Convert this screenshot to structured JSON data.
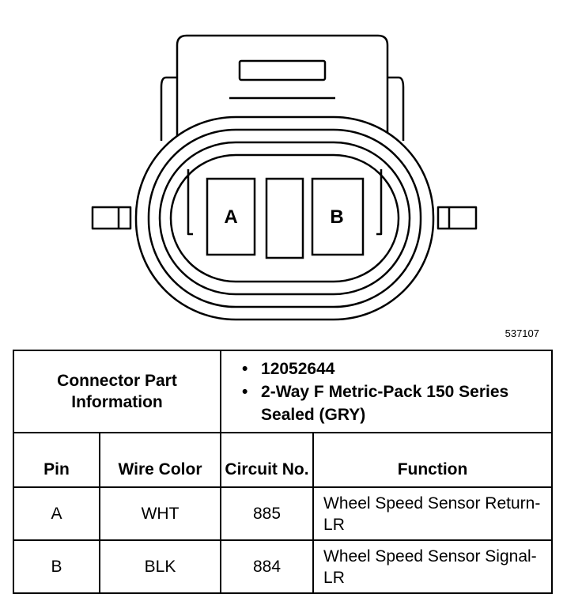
{
  "figure_id": "537107",
  "connector": {
    "pin_labels": [
      "A",
      "B"
    ]
  },
  "part_info": {
    "label": "Connector Part Information",
    "items": [
      "12052644",
      "2-Way F Metric-Pack 150 Series Sealed (GRY)"
    ]
  },
  "headers": {
    "pin": "Pin",
    "wire_color": "Wire Color",
    "circuit_no": "Circuit No.",
    "function": "Function"
  },
  "rows": [
    {
      "pin": "A",
      "wire_color": "WHT",
      "circuit": "885",
      "function": "Wheel Speed Sensor Return-LR"
    },
    {
      "pin": "B",
      "wire_color": "BLK",
      "circuit": "884",
      "function": "Wheel Speed Sensor Signal-LR"
    }
  ]
}
